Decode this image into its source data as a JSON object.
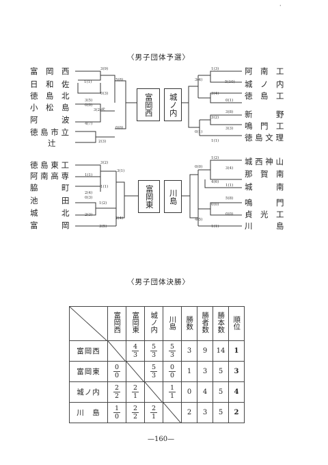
{
  "prelim": {
    "title": "〈男子団体予選〉",
    "left_upper_teams": [
      "富　岡　西",
      "日　和　佐",
      "徳　島　北",
      "小　松　島",
      "阿　　　波",
      "徳 島 市 立"
    ],
    "left_upper_extra": "辻",
    "left_lower_teams": [
      "徳 島 東 工",
      "阿 南 高 専",
      "脇　　　町",
      "池　　　田",
      "城　　　北",
      "富　　　岡"
    ],
    "right_upper_teams": [
      "阿　南　工",
      "城　ノ　内",
      "徳　島　工",
      "新　　　野",
      "鳴　門　工",
      "徳 島 文 理"
    ],
    "right_lower_teams": [
      "城 西 神 山",
      "那　賀　南",
      "城　　　南",
      "鳴　　　門",
      "貞　光　工",
      "川　　　島"
    ],
    "finals": [
      "富岡西",
      "城ノ内",
      "富岡東",
      "川島"
    ],
    "scores_lu": [
      "3(9)",
      "1(1)",
      "5(8)",
      "0(3)",
      "3(5)",
      "0(0)",
      "3(2)代",
      "4(7)",
      "0(0)",
      "2(3)"
    ],
    "scores_ll": [
      "3(2)",
      "1(1)",
      "3(1)",
      "1(1)",
      "2(4)",
      "0(3)",
      "1(2)",
      "2(3)",
      "3(5)",
      "2(4)"
    ],
    "scores_ru": [
      "1(3)",
      "5(10)",
      "3(4)",
      "3(4)",
      "0(1)",
      "3(8)",
      "3(2)",
      "0(1)",
      "3(3)",
      "1(1)"
    ],
    "scores_rl": [
      "1(2)",
      "0(0)",
      "3(4)",
      "4(6)",
      "1(1)",
      "5(8)",
      "0(0)",
      "0(0)",
      "4(5)",
      "1(1)"
    ]
  },
  "final": {
    "title": "〈男子団体決勝〉",
    "headers": [
      "富岡西",
      "富岡東",
      "城ノ内",
      "川島",
      "勝数",
      "勝者数",
      "勝本数",
      "順位"
    ],
    "rows": [
      {
        "team": "富岡西",
        "cells": [
          null,
          [
            "4",
            "3"
          ],
          [
            "5",
            "3"
          ],
          [
            "5",
            "3"
          ]
        ],
        "wins": "3",
        "winners": "9",
        "points": "14",
        "rank": "1"
      },
      {
        "team": "富岡東",
        "cells": [
          [
            "0",
            "0"
          ],
          null,
          [
            "5",
            "3"
          ],
          [
            "0",
            "0"
          ]
        ],
        "wins": "1",
        "winners": "3",
        "points": "5",
        "rank": "3"
      },
      {
        "team": "城ノ内",
        "cells": [
          [
            "2",
            "2"
          ],
          [
            "2",
            "1"
          ],
          null,
          [
            "1",
            "1"
          ]
        ],
        "wins": "0",
        "winners": "4",
        "points": "5",
        "rank": "4"
      },
      {
        "team": "川　島",
        "cells": [
          [
            "1",
            "0"
          ],
          [
            "2",
            "2"
          ],
          [
            "2",
            "1"
          ],
          null
        ],
        "wins": "2",
        "winners": "3",
        "points": "5",
        "rank": "2"
      }
    ]
  },
  "page_number": "—160—",
  "corner_mark": "·"
}
